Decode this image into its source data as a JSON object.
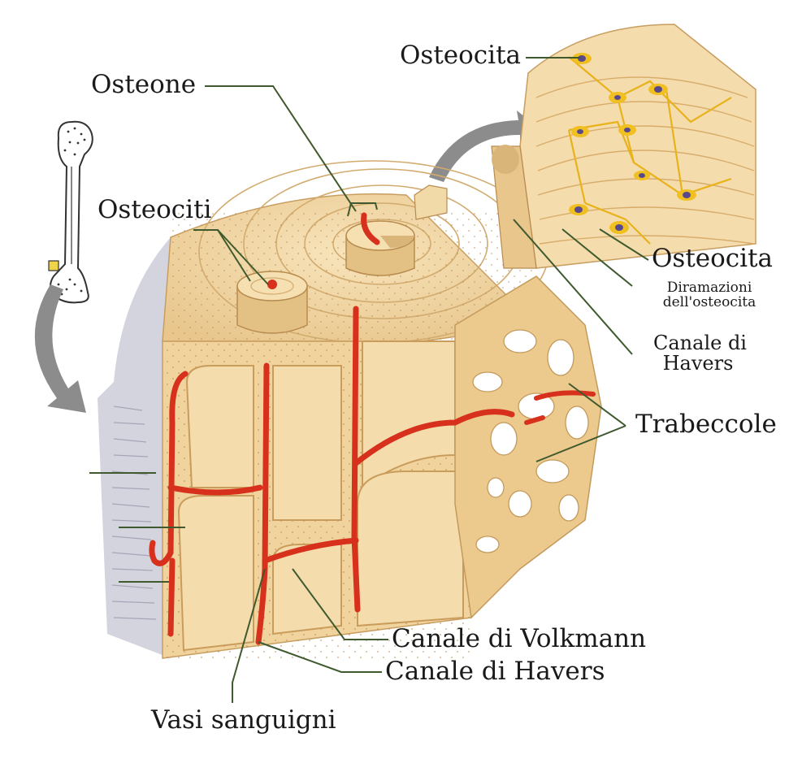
{
  "labels": {
    "osteone": "Osteone",
    "osteociti": "Osteociti",
    "osteocita_top": "Osteocita",
    "osteocita_right": "Osteocita",
    "diramazioni_line1": "Diramazioni",
    "diramazioni_line2": "dell'osteocita",
    "canale_havers_right_line1": "Canale di",
    "canale_havers_right_line2": "Havers",
    "trabeccole": "Trabeccole",
    "canale_volkmann": "Canale di Volkmann",
    "canale_havers_bottom": "Canale di Havers",
    "vasi_sanguigni": "Vasi sanguigni"
  },
  "colors": {
    "bone": "#f2d9a8",
    "bone_dark": "#d9b57a",
    "bone_shadow": "#c79c5f",
    "vessel": "#d7301c",
    "periosteum": "#c9c9d6",
    "leader_line": "#3f5a2e",
    "osteocyte": "#f0c020",
    "nucleus": "#5a4a8a",
    "arrow": "#8a8a8a"
  }
}
